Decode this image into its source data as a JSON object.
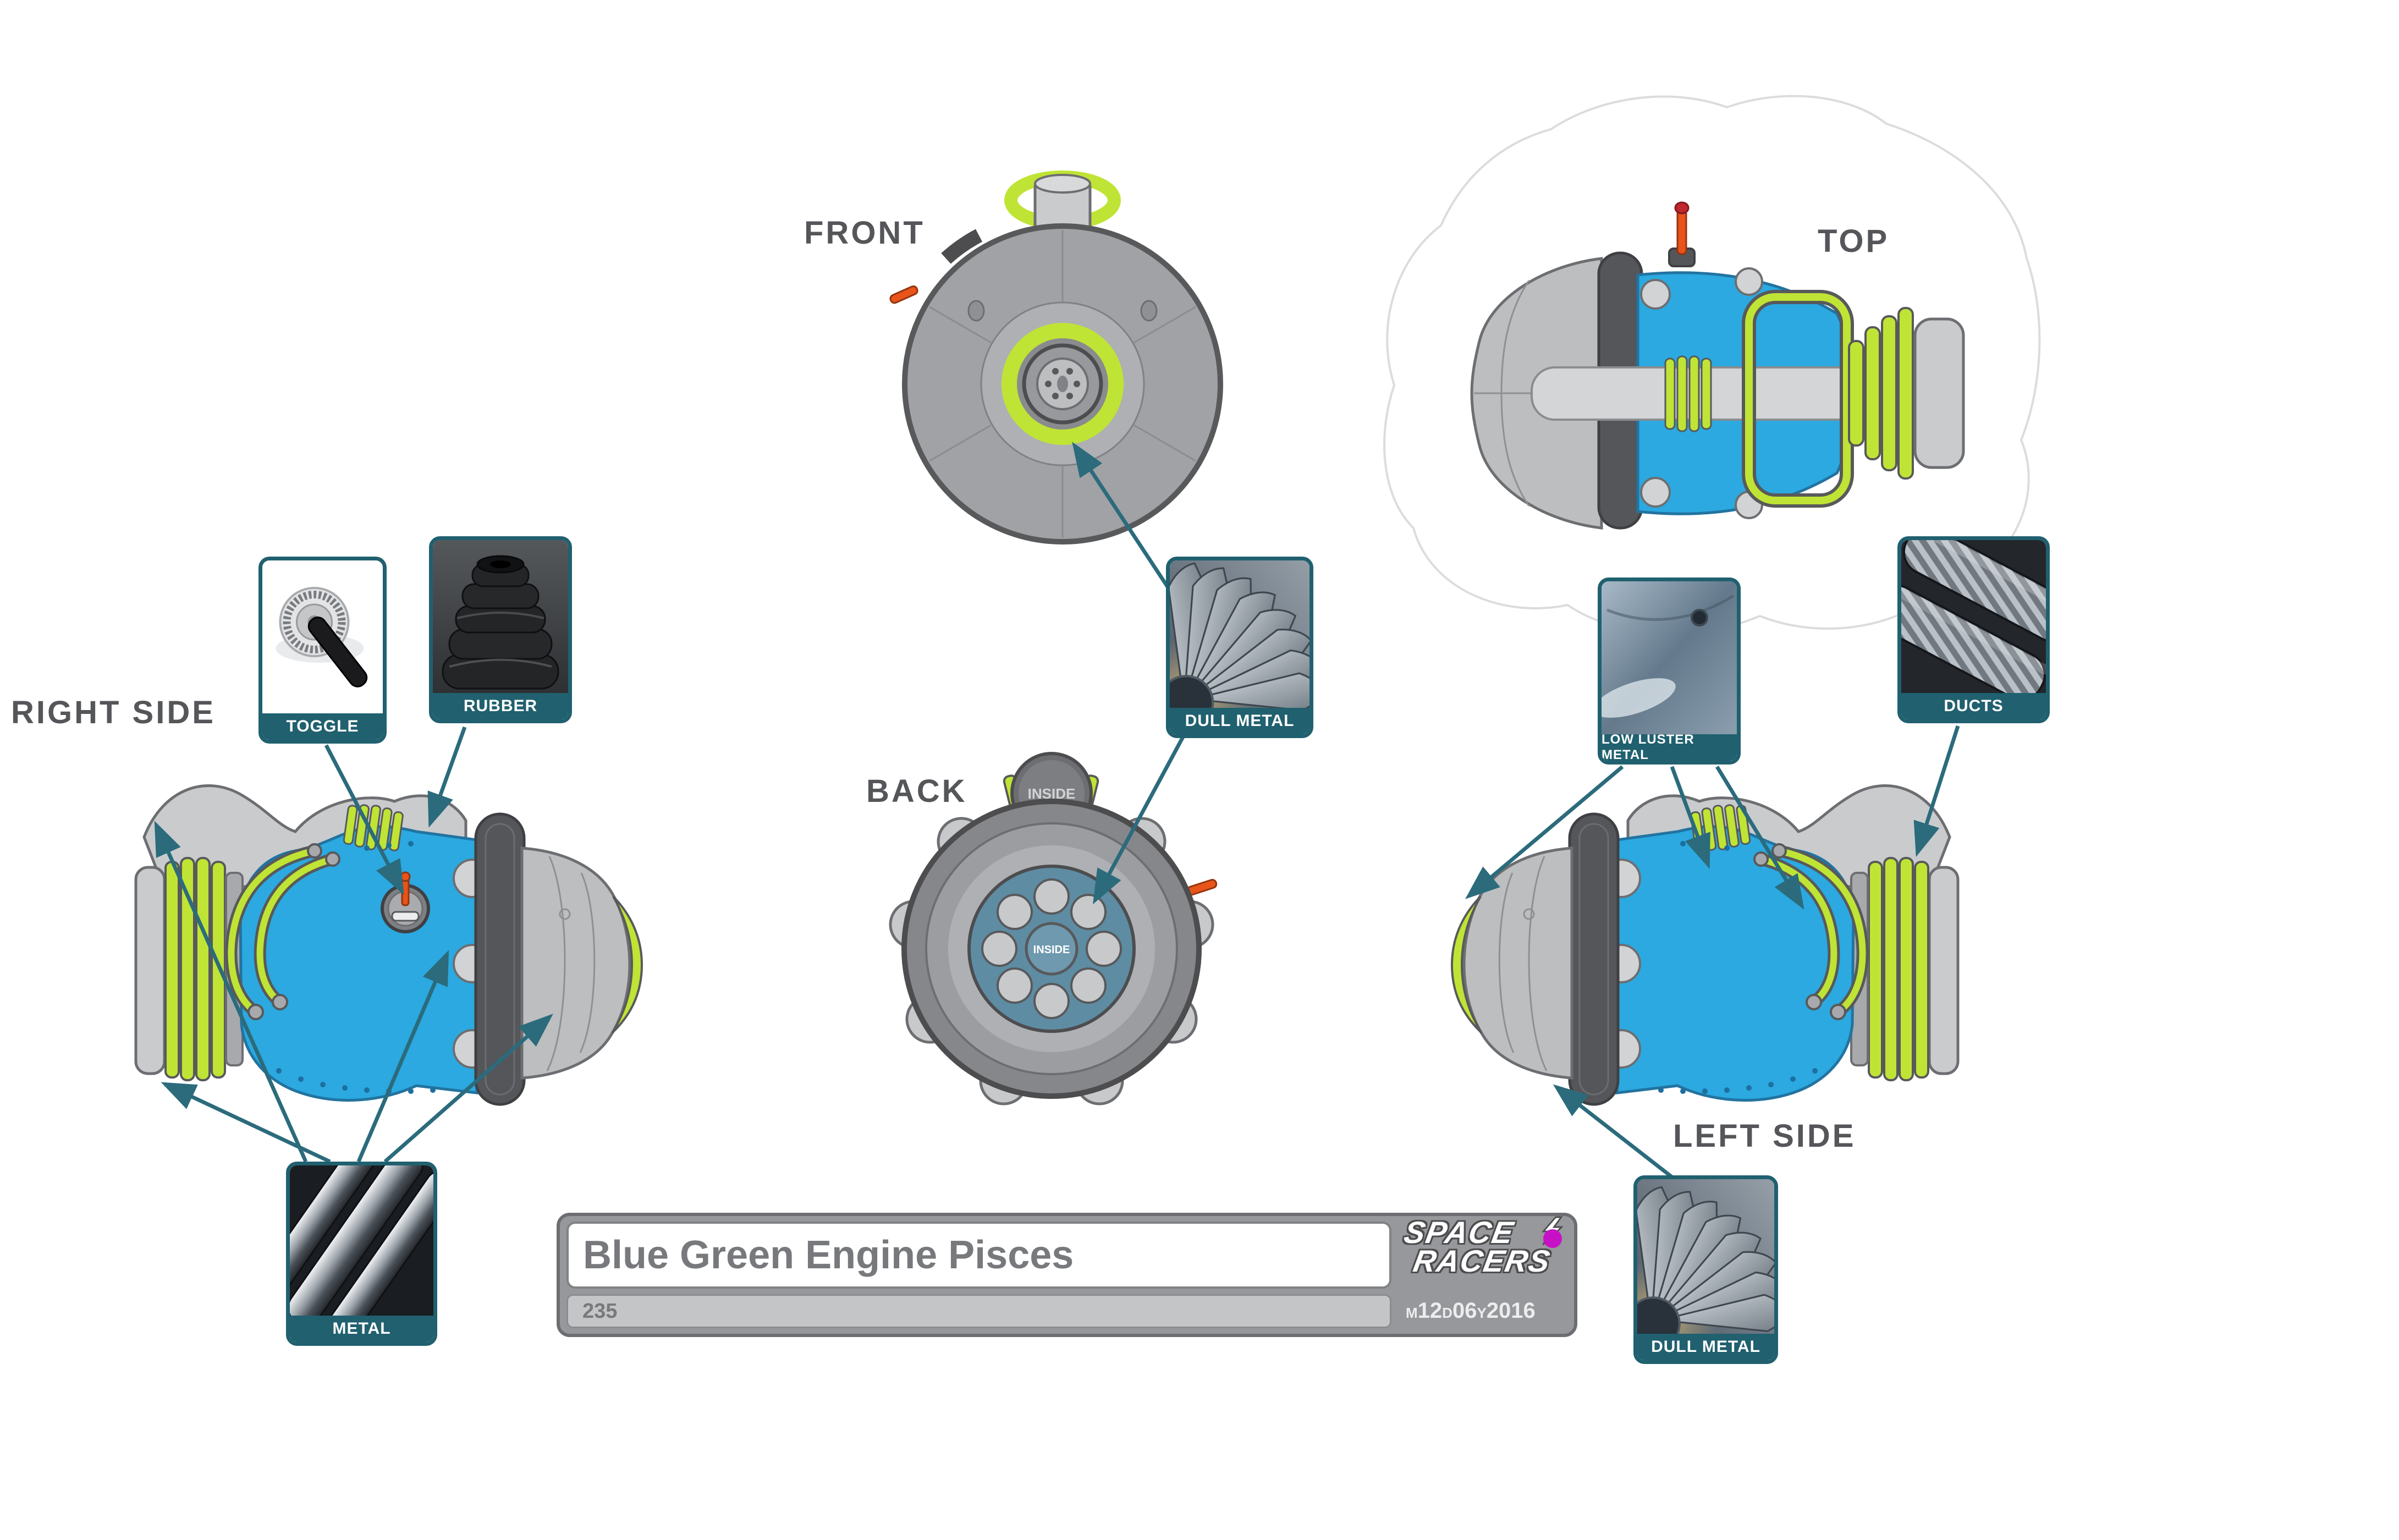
{
  "document": {
    "title": "Blue Green Engine Pisces",
    "sheet_number": "235",
    "date": {
      "month_label": "M",
      "month": "12",
      "day_label": "D",
      "day": "06",
      "year_label": "Y",
      "year": "2016"
    },
    "brand": {
      "line1": "SPACE",
      "line2": "RACERS"
    }
  },
  "views": {
    "front": {
      "label": "FRONT"
    },
    "top": {
      "label": "TOP"
    },
    "back": {
      "label": "BACK",
      "inside_top_label": "INSIDE",
      "inside_center_label": "INSIDE"
    },
    "right_side": {
      "label": "RIGHT SIDE"
    },
    "left_side": {
      "label": "LEFT SIDE"
    }
  },
  "callouts": [
    {
      "id": "toggle",
      "label": "TOGGLE"
    },
    {
      "id": "rubber",
      "label": "RUBBER"
    },
    {
      "id": "dull-metal-front",
      "label": "DULL METAL"
    },
    {
      "id": "low-luster-metal",
      "label": "LOW LUSTER METAL"
    },
    {
      "id": "ducts",
      "label": "DUCTS"
    },
    {
      "id": "metal",
      "label": "METAL"
    },
    {
      "id": "dull-metal-back",
      "label": "DULL METAL"
    }
  ],
  "colors": {
    "body_blue": "#2BA9E0",
    "accent_lime": "#BFE435",
    "dark_gray": "#58595B",
    "mid_gray": "#A7A9AC",
    "light_gray": "#D1D3D4",
    "callout_teal": "#20606F",
    "arrow_teal": "#2B6B7C",
    "magenta_dot": "#C711C7",
    "lever_orange": "#E8541A",
    "title_gray": "#77797C"
  }
}
